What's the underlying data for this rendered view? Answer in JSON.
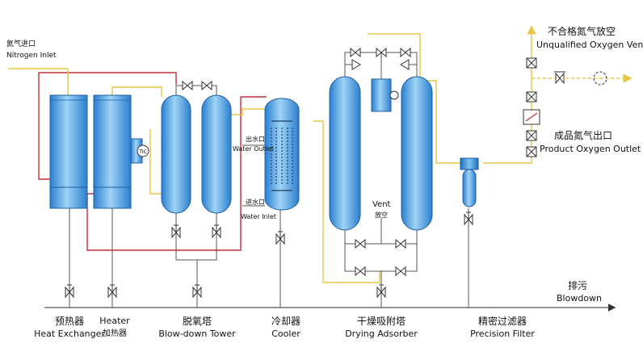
{
  "inlet": {
    "zh": "氮气进口",
    "en": "Nitrogen Inlet"
  },
  "vent_out": {
    "zh": "不合格氮气放空",
    "en": "Unqualified Oxygen Vent"
  },
  "product_out": {
    "zh": "成品氮气出口",
    "en": "Product Oxygen Outlet"
  },
  "blowdown": {
    "zh": "排污",
    "en": "Blowdown"
  },
  "cooler_ports": {
    "water_outlet_zh": "出水口",
    "water_outlet_en": "Water Outlet",
    "water_inlet_zh": "进水口",
    "water_inlet_en": "Water Inlet"
  },
  "vent_mid": {
    "en": "Vent",
    "zh": "放空"
  },
  "components": [
    {
      "zh": "预热器",
      "en": "Heat Exchanger"
    },
    {
      "en": "Heater",
      "zh": "加热器"
    },
    {
      "zh": "脱氧塔",
      "en": "Blow-down Tower"
    },
    {
      "zh": "冷却器",
      "en": "Cooler"
    },
    {
      "zh": "干燥吸附塔",
      "en": "Drying Adsorber"
    },
    {
      "zh": "精密过滤器",
      "en": "Precision Filter"
    }
  ],
  "colors": {
    "gas_line": "#e8c547",
    "hot_line": "#c0303a",
    "pipe": "#555555",
    "vessel": "#2f8fd8",
    "vessel_light": "#9fd3f6"
  }
}
